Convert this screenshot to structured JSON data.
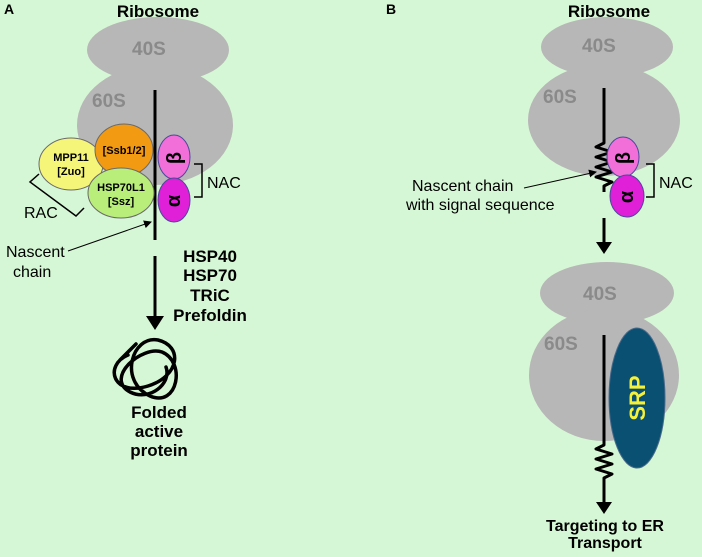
{
  "colors": {
    "background": "#d6f7d6",
    "ribosome": "#b7b7b7",
    "subunit_label": "#8a8a8a",
    "nac_beta": "#f26ed9",
    "nac_alpha": "#e01fd9",
    "mpp11": "#f5f57a",
    "ssb": "#f29a12",
    "hsp70l1": "#b9ee7a",
    "srp": "#0a5072",
    "srp_label": "#f5f03a",
    "line": "#000000"
  },
  "panelA": {
    "letter": "A",
    "ribosome_title": "Ribosome",
    "small_subunit": "40S",
    "large_subunit": "60S",
    "mpp11": {
      "line1": "MPP11",
      "line2": "[Zuo]"
    },
    "ssb": "[Ssb1/2]",
    "hsp70l1": {
      "line1": "HSP70L1",
      "line2": "[Ssz]"
    },
    "nac_beta": "β",
    "nac_alpha": "α",
    "nac_label": "NAC",
    "rac_label": "RAC",
    "nascent_chain": {
      "line1": "Nascent",
      "line2": "chain"
    },
    "chaperones": [
      "HSP40",
      "HSP70",
      "TRiC",
      "Prefoldin"
    ],
    "product": [
      "Folded",
      "active",
      "protein"
    ]
  },
  "panelB": {
    "letter": "B",
    "ribosome_title": "Ribosome",
    "small_subunit": "40S",
    "large_subunit": "60S",
    "nac_beta": "β",
    "nac_alpha": "α",
    "nac_label": "NAC",
    "nascent_chain": {
      "line1": "Nascent chain",
      "line2": "with signal sequence"
    },
    "small_subunit_2": "40S",
    "large_subunit_2": "60S",
    "srp_label": "SRP",
    "outcome": [
      "Targeting to ER",
      "Transport"
    ]
  }
}
